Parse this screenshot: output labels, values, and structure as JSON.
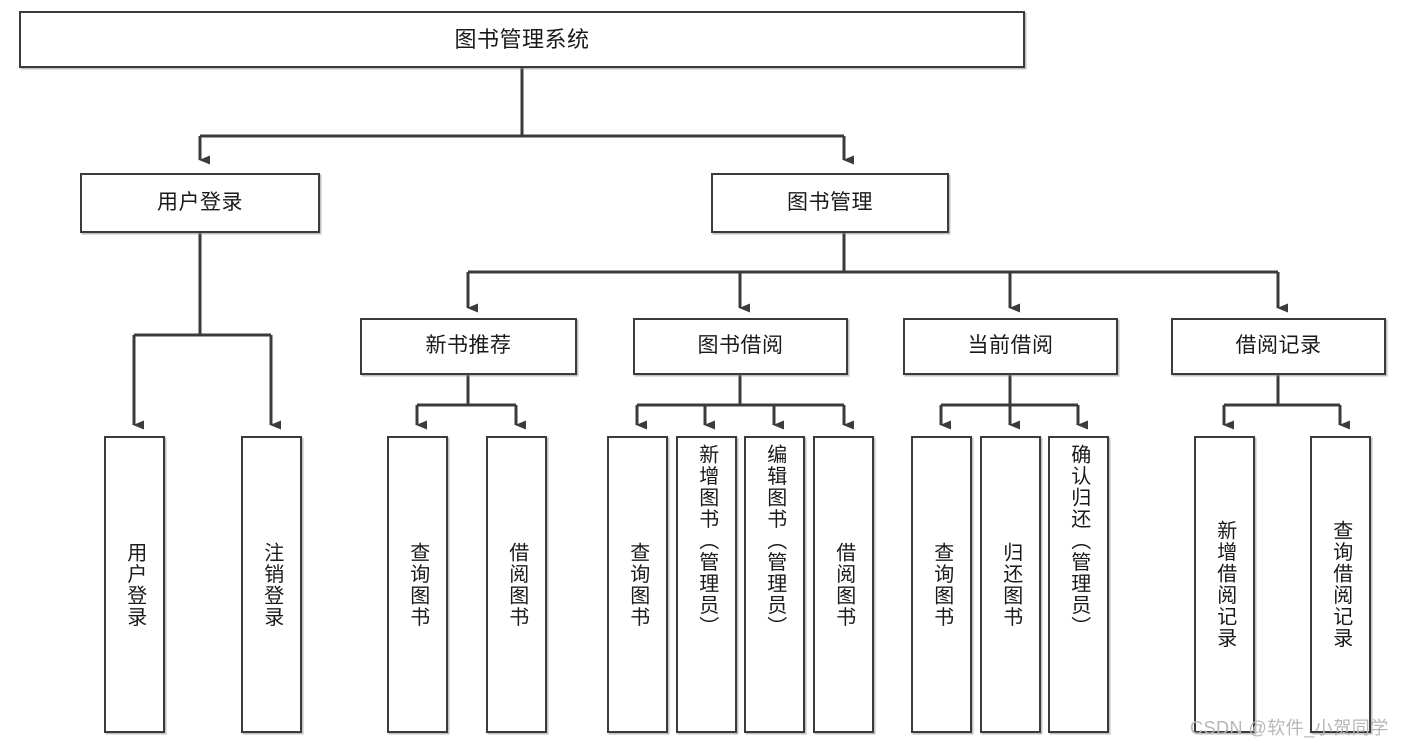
{
  "diagram": {
    "title": "图书管理系统",
    "type": "functional-structure-tree",
    "watermark": "CSDN @软件_小贺同学",
    "colors": {
      "border": "#3b3b3b",
      "background": "#ffffff",
      "text": "#1a1a1a",
      "watermark": "#b7b7b7"
    },
    "nodes": {
      "root": {
        "label": "图书管理系统"
      },
      "level1": [
        {
          "label": "用户登录"
        },
        {
          "label": "图书管理"
        }
      ],
      "level2": [
        {
          "label": "新书推荐"
        },
        {
          "label": "图书借阅"
        },
        {
          "label": "当前借阅"
        },
        {
          "label": "借阅记录"
        }
      ],
      "leaves": {
        "user_login": [
          {
            "label": "用户登录"
          },
          {
            "label": "注销登录"
          }
        ],
        "new_book_recommend": [
          {
            "label": "查询图书"
          },
          {
            "label": "借阅图书"
          }
        ],
        "book_borrow": [
          {
            "label": "查询图书"
          },
          {
            "label": "新增图书（管理员）"
          },
          {
            "label": "编辑图书（管理员）"
          },
          {
            "label": "借阅图书"
          }
        ],
        "current_borrow": [
          {
            "label": "查询图书"
          },
          {
            "label": "归还图书"
          },
          {
            "label": "确认归还（管理员）"
          }
        ],
        "borrow_record": [
          {
            "label": "新增借阅记录"
          },
          {
            "label": "查询借阅记录"
          }
        ]
      }
    }
  }
}
